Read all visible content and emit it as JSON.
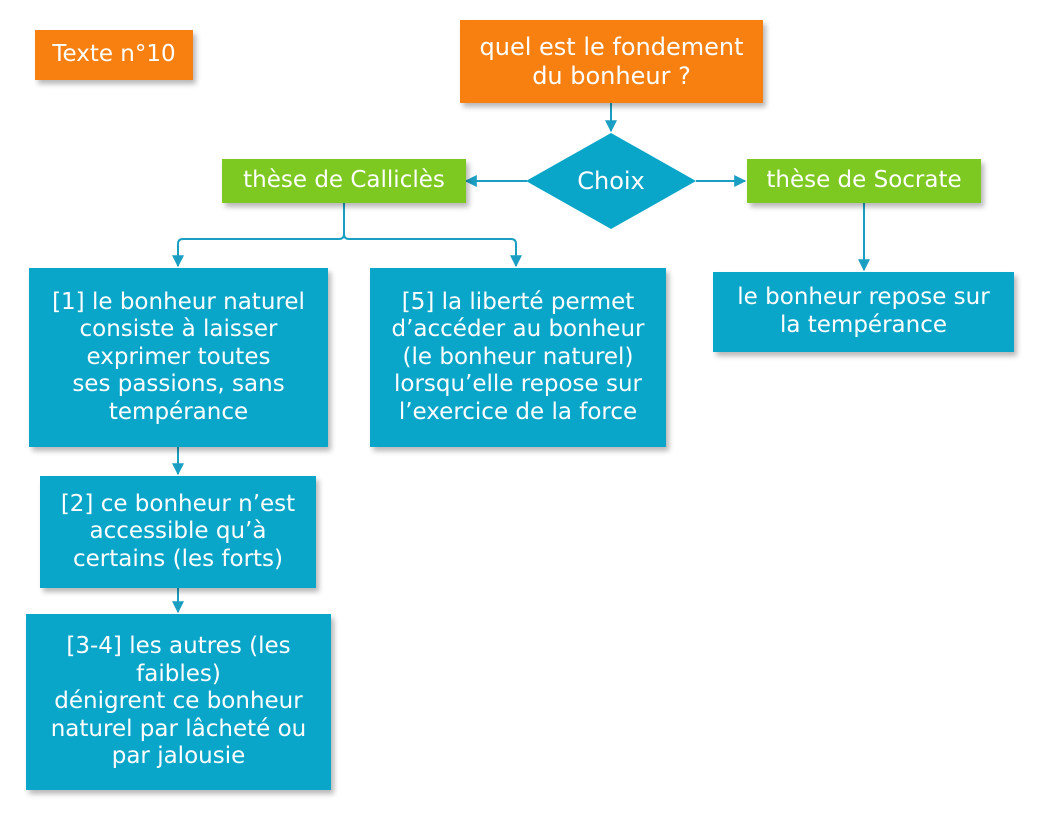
{
  "title_badge": "Texte n°10",
  "question": "quel est le fondement\ndu bonheur ?",
  "decision": "Choix",
  "branches": {
    "left": "thèse de Calliclès",
    "right": "thèse de Socrate"
  },
  "callicles_points": [
    "[1] le bonheur naturel\nconsiste à laisser\nexprimer toutes\nses passions, sans\ntempérance",
    "[2] ce bonheur n’est\naccessible qu’à\ncertains (les forts)",
    "[3-4] les autres (les\nfaibles)\ndénigrent ce bonheur\nnaturel par lâcheté ou\npar jalousie",
    "[5] la liberté permet\nd’accéder au bonheur\n(le bonheur naturel)\nlorsqu’elle repose sur\nl’exercice de la force"
  ],
  "socrates_point": "le bonheur repose sur\nla tempérance",
  "colors": {
    "question": "#f88011",
    "thesis": "#7dc921",
    "point": "#0aa6c9",
    "connector": "#1a9fc2"
  }
}
